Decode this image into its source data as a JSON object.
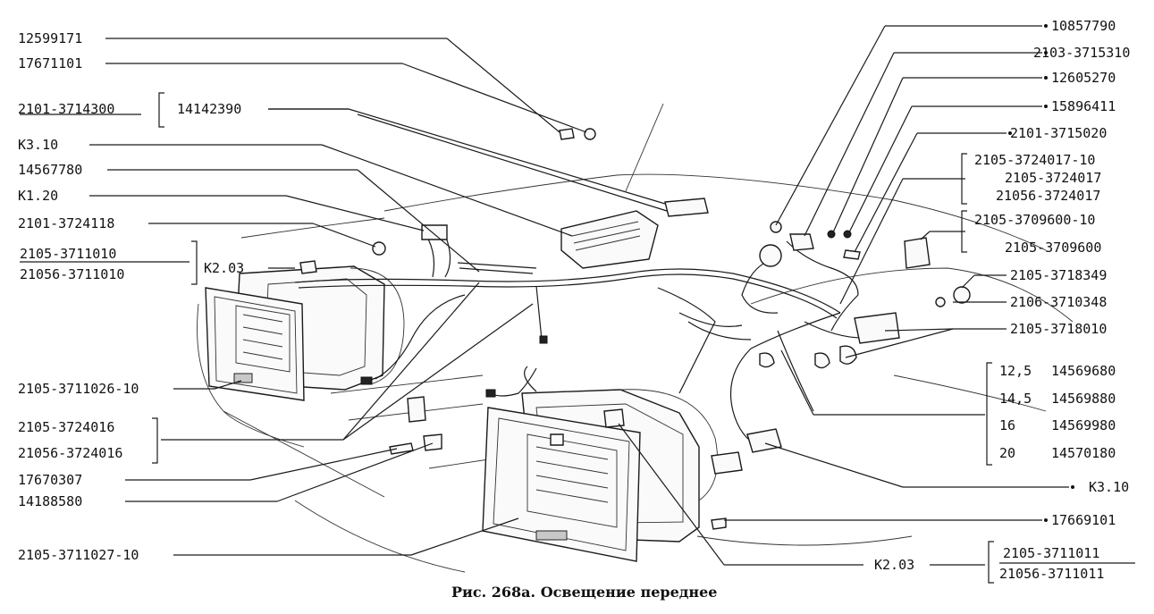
{
  "caption": "Рис. 268а. Освещение переднее",
  "labels_left": {
    "l01": "12599171",
    "l02": "17671101",
    "l03": "2101-3714300",
    "l04": "14142390",
    "l05": "К3.10",
    "l06": "14567780",
    "l07": "К1.20",
    "l08": "2101-3724118",
    "l09": "2105-3711010",
    "l10": "21056-3711010",
    "l11": "К2.03",
    "l12": "2105-3711026-10",
    "l13": "2105-3724016",
    "l14": "21056-3724016",
    "l15": "17670307",
    "l16": "14188580",
    "l17": "2105-3711027-10"
  },
  "labels_right": {
    "r01": "10857790",
    "r02": "2103-3715310",
    "r03": "12605270",
    "r04": "15896411",
    "r05": "2101-3715020",
    "r06": "2105-3724017-10",
    "r07": "2105-3724017",
    "r08": "21056-3724017",
    "r09": "2105-3709600-10",
    "r10": "2105-3709600",
    "r11": "2105-3718349",
    "r12": "2106-3710348",
    "r13": "2105-3718010",
    "r14a": "12,5",
    "r14b": "14569680",
    "r15a": "14,5",
    "r15b": "14569880",
    "r16a": "16",
    "r16b": "14569980",
    "r17a": "20",
    "r17b": "14570180",
    "r18": "К3.10",
    "r19": "17669101",
    "r20": "К2.03",
    "r21": "2105-3711011",
    "r22": "21056-3711011"
  }
}
